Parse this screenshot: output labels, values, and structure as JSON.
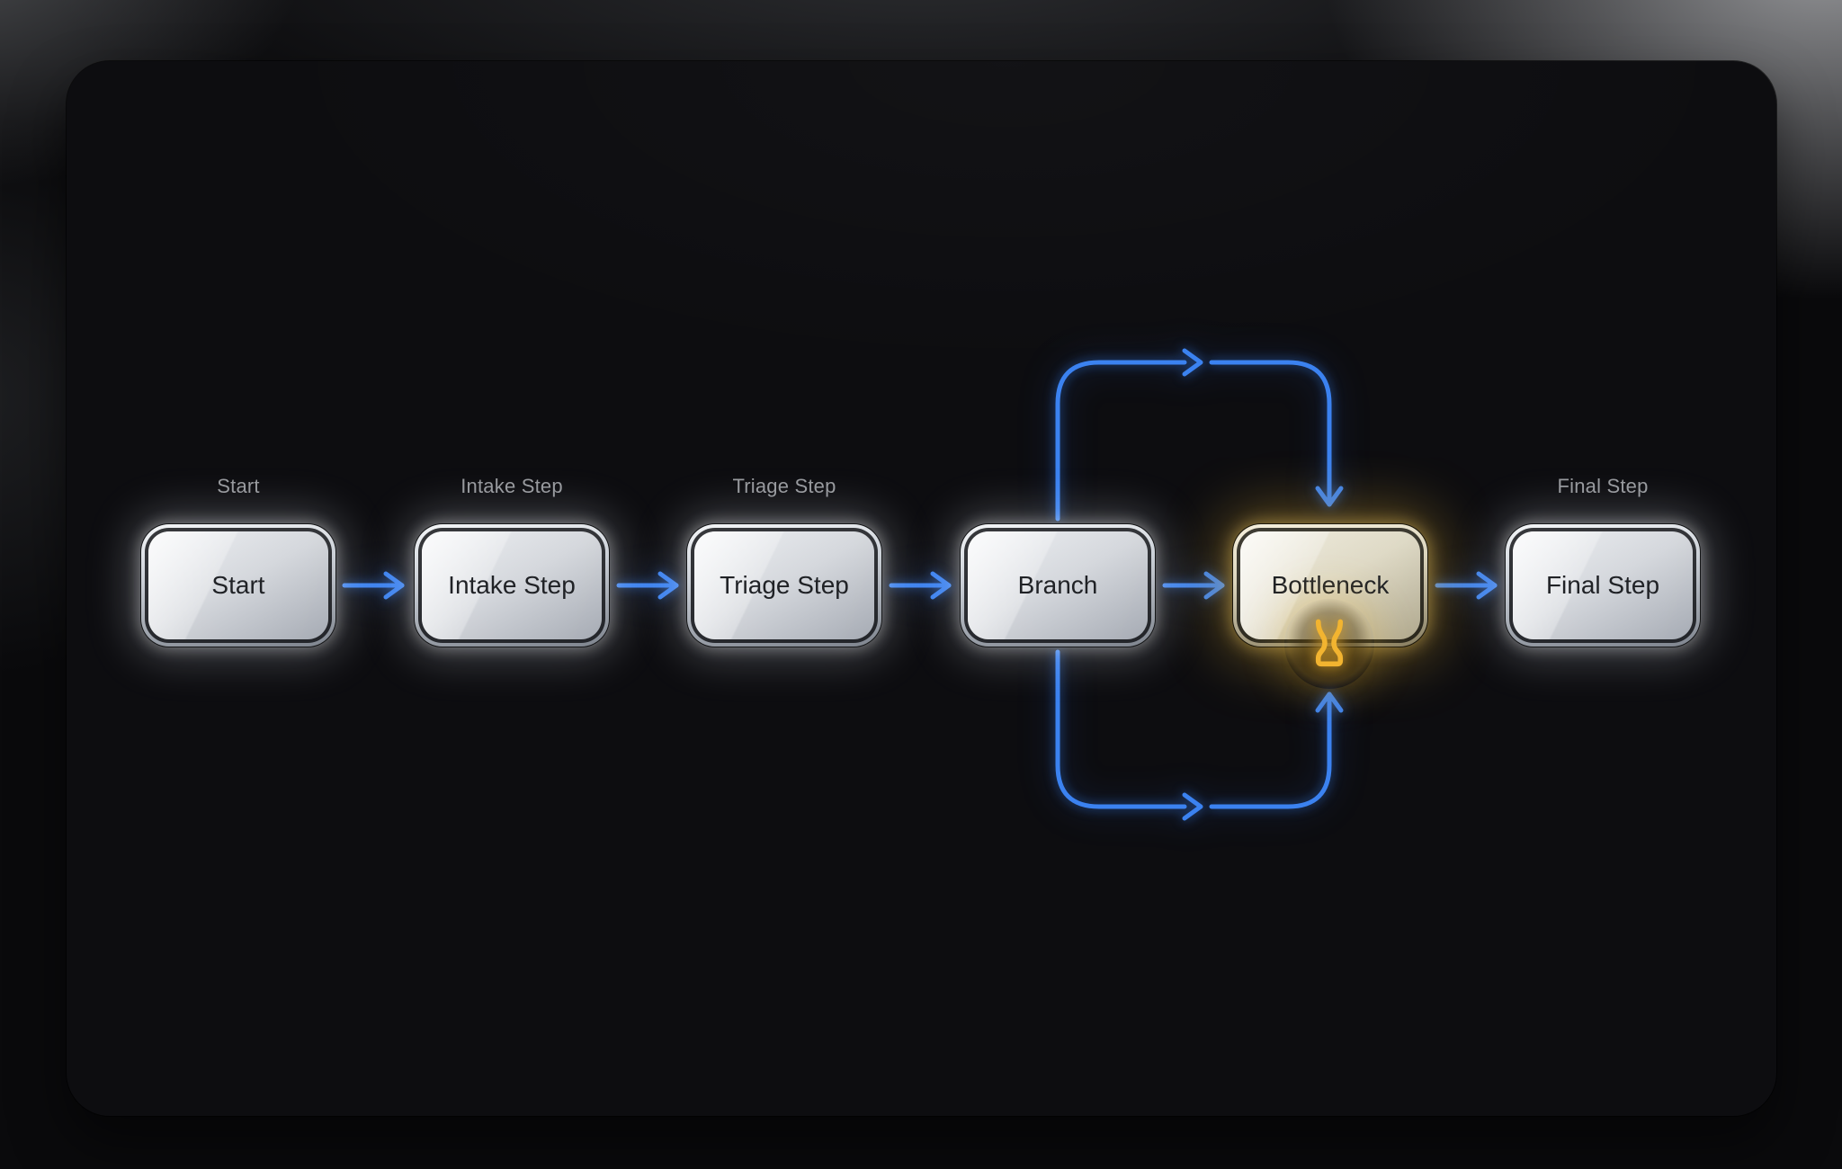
{
  "diagram": {
    "nodes": [
      {
        "id": "start",
        "label": "Start",
        "caption": "Start",
        "variant": "default"
      },
      {
        "id": "intake",
        "label": "Intake Step",
        "caption": "Intake Step",
        "variant": "default"
      },
      {
        "id": "triage",
        "label": "Triage Step",
        "caption": "Triage Step",
        "variant": "default"
      },
      {
        "id": "branch",
        "label": "Branch",
        "caption": "",
        "variant": "default"
      },
      {
        "id": "bottleneck",
        "label": "Bottleneck",
        "caption": "",
        "variant": "highlighted-amber",
        "badge_icon": "bottleneck-flask-icon"
      },
      {
        "id": "final",
        "label": "Final Step",
        "caption": "Final Step",
        "variant": "default"
      }
    ],
    "edges": [
      {
        "from": "Start",
        "to": "Intake Step",
        "style": "straight-arrow"
      },
      {
        "from": "Intake Step",
        "to": "Triage Step",
        "style": "straight-arrow"
      },
      {
        "from": "Triage Step",
        "to": "Branch",
        "style": "straight-arrow"
      },
      {
        "from": "Branch",
        "to": "Bottleneck",
        "style": "straight-arrow"
      },
      {
        "from": "Branch",
        "to": "Bottleneck",
        "style": "loop-over-top"
      },
      {
        "from": "Branch",
        "to": "Bottleneck",
        "style": "loop-under-bottom"
      },
      {
        "from": "Bottleneck",
        "to": "Final Step",
        "style": "straight-arrow"
      }
    ],
    "colors": {
      "edge_blue": "#3b82f0",
      "highlight_amber": "#f2b430",
      "node_text": "#202226",
      "caption_text": "#97999d",
      "canvas": "#0d0d10"
    }
  }
}
